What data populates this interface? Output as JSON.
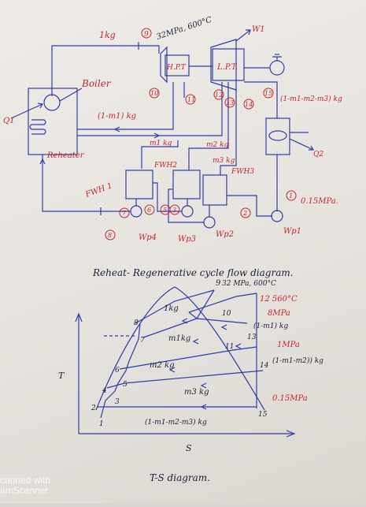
{
  "colors": {
    "ink_blue": "#2e3da6",
    "ink_red": "#c1272d",
    "ink_dark": "#1b1f3a"
  },
  "flow_diagram": {
    "title": "Reheat- Regenerative cycle flow diagram.",
    "top_mass": "1kg",
    "state9_label": "9",
    "turbine_inlet": "32MPa, 600°C",
    "hpt_label": "H.P.T",
    "lpt_label": "L.P.T.",
    "work_label": "W1",
    "boiler_label": "Boiler",
    "heat_in": "Q1",
    "reheater_label": "Reheater",
    "bleed_1": "(1-m1) kg",
    "state10": "10",
    "state11": "11",
    "state12": "12",
    "state13": "13",
    "state14": "14",
    "state15": "15",
    "exhaust_flow": "(1-m1-m2-m3) kg",
    "condenser_heat": "Q2",
    "m1kg": "m1 kg",
    "m2kg": "m2 kg",
    "m3kg": "m3 kg",
    "fwh1": "FWH 1",
    "fwh2": "FWH2",
    "fwh3": "FWH3",
    "state1": "1",
    "condenser_pressure": "0.15MPa.",
    "state2": "2",
    "state3": "3",
    "state4": "4",
    "state5": "5",
    "state6": "6",
    "state7": "7",
    "state8": "8",
    "wp1": "Wp1",
    "wp2": "Wp2",
    "wp3": "Wp3",
    "wp4": "Wp4"
  },
  "ts_diagram": {
    "t_axis": "T",
    "s_axis": "S",
    "top_state": "9",
    "top_pressure": "32 MPa, 600°C",
    "reheat_label": "12  560°C",
    "p8": "8MPa",
    "p1": "1MPa",
    "p015": "0.15MPa",
    "lbl_1kg": "1kg",
    "lbl_m1": "m1kg",
    "lbl_1m1": "(1-m1) kg",
    "lbl_m2": "m2 kg",
    "lbl_1m1m2": "(1-m1-m2)) kg",
    "lbl_m3": "m3 kg",
    "lbl_bottom": "(1-m1-m2-m3) kg",
    "n1": "1",
    "n2": "2",
    "n3": "3",
    "n4": "4",
    "n5": "5",
    "n6": "6",
    "n7": "7",
    "n8": "8",
    "n10": "10",
    "n11": "11",
    "n13": "13",
    "n14": "14",
    "n15": "15",
    "caption": "T-S diagram."
  },
  "watermark": {
    "line1": "canned with",
    "line2": "amScanner"
  }
}
